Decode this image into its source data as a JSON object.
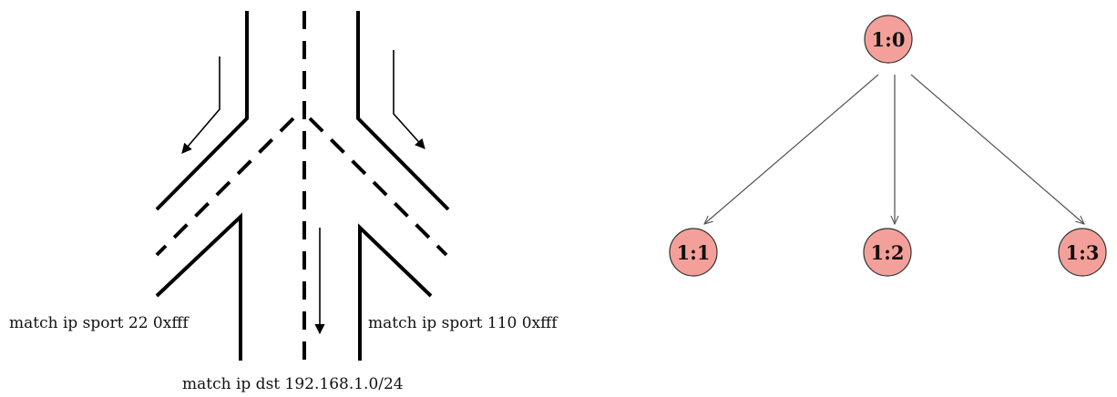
{
  "filter_diagram": {
    "labels": {
      "left": "match ip sport 22 0xfff",
      "right": "match ip sport 110 0xfff",
      "bottom": "match ip dst 192.168.1.0/24"
    }
  },
  "class_tree": {
    "node_fill": "#f4a09a",
    "node_stroke": "#333333",
    "root": "1:0",
    "children": [
      "1:1",
      "1:2",
      "1:3"
    ]
  }
}
